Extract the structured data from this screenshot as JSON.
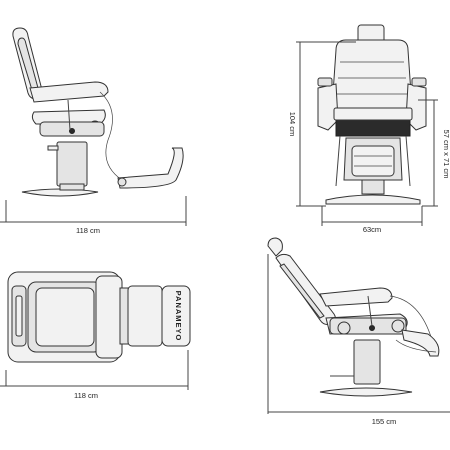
{
  "dimensions": {
    "side_length": "118 cm",
    "front_width": "63cm",
    "front_height": "104 cm",
    "seat_height": "57 cm x 71 cm",
    "top_length": "118 cm",
    "reclined_length": "155 cm"
  },
  "brand": "PANAMEYO"
}
